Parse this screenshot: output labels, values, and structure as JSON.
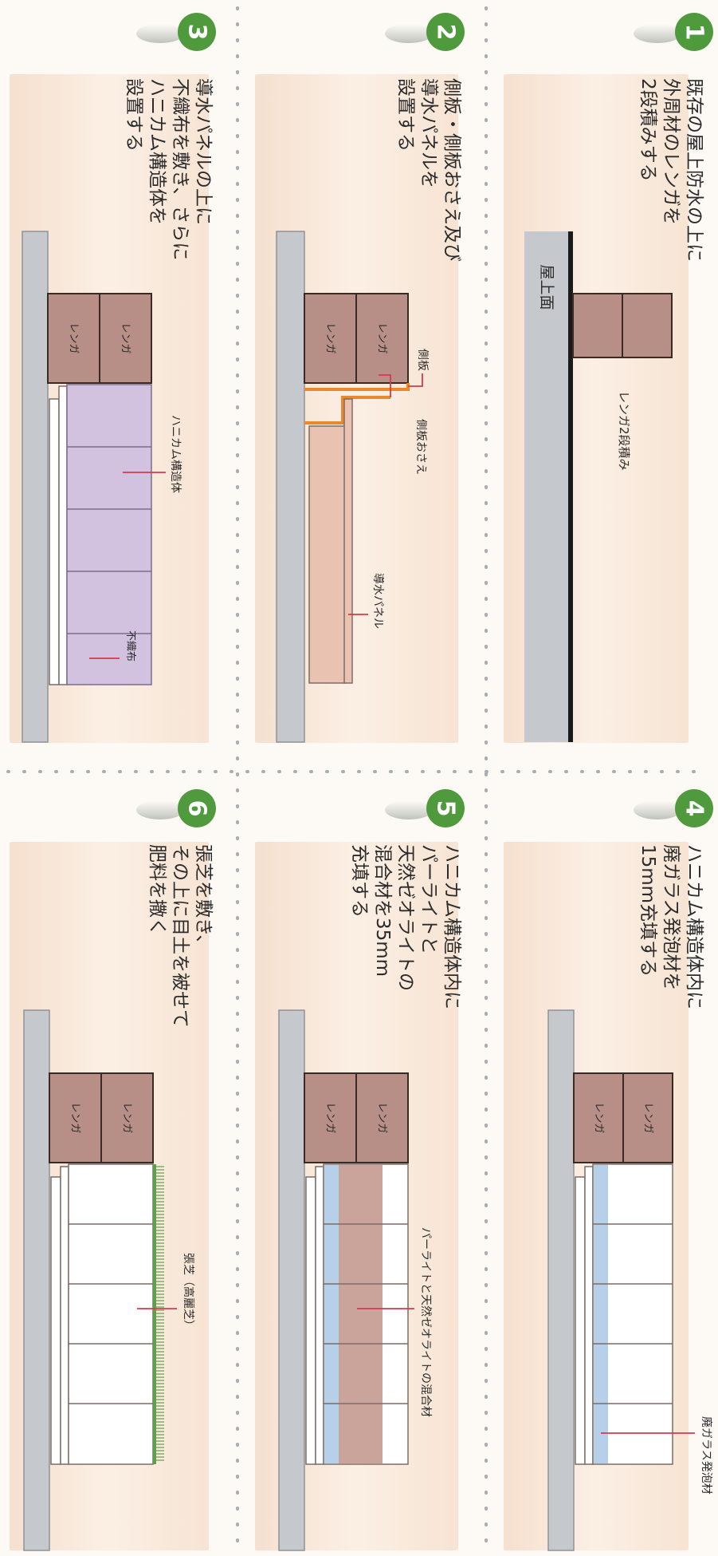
{
  "steps": [
    {
      "number": "1",
      "title_lines": [
        "既存の屋上防水の上に",
        "外周材のレンガを",
        "2段積みする"
      ],
      "labels": {
        "roof_surface": "屋上面",
        "bricks_two_layers": "レンガ2段積み"
      }
    },
    {
      "number": "2",
      "title_lines": [
        "側板・側板おさえ及び",
        "導水パネルを",
        "設置する"
      ],
      "labels": {
        "side_plate": "側板",
        "side_plate_holder": "側板おさえ",
        "drain_panel": "導水パネル",
        "brick_top": "レンガ",
        "brick_bottom": "レンガ"
      }
    },
    {
      "number": "3",
      "title_lines": [
        "導水パネルの上に",
        "不織布を敷き、さらに",
        "ハニカム構造体を",
        "設置する"
      ],
      "labels": {
        "honeycomb": "ハニカム構造体",
        "nonwoven": "不織布",
        "brick_top": "レンガ",
        "brick_bottom": "レンガ"
      }
    },
    {
      "number": "4",
      "title_lines": [
        "ハニカム構造体内に",
        "廃ガラス発泡材を",
        "15mm充填する"
      ],
      "labels": {
        "glass_foam": "廃ガラス発泡材",
        "brick_top": "レンガ",
        "brick_bottom": "レンガ"
      }
    },
    {
      "number": "5",
      "title_lines": [
        "ハニカム構造体内に",
        "パーライトと",
        "天然ゼオライトの",
        "混合材を35mm",
        "充填する"
      ],
      "labels": {
        "mixture": "パーライトと天然ゼオライトの混合材",
        "brick_top": "レンガ",
        "brick_bottom": "レンガ"
      }
    },
    {
      "number": "6",
      "title_lines": [
        "張芝を敷き、",
        "その上に目土を被せて",
        "肥料を撒く"
      ],
      "labels": {
        "turf": "張芝（高麗芝）",
        "brick_top": "レンガ",
        "brick_bottom": "レンガ"
      }
    }
  ],
  "colors": {
    "green": "#4e9a3c",
    "brick": "#b88f86",
    "roof": "#c5c9ce",
    "honeycomb": "#d2c2e0",
    "glass_foam": "#b6d0ea",
    "arrow": "#d43a4e",
    "orange": "#e8892e"
  }
}
